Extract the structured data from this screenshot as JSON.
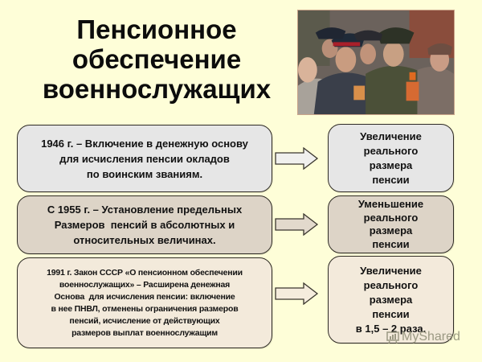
{
  "slide": {
    "title_lines": [
      "Пенсионное",
      "обеспечение",
      "военнослужащих"
    ],
    "background_color": "#fefed8",
    "photo": {
      "description": "Military veterans in uniforms and caps with medals",
      "icon": "photo-veterans"
    }
  },
  "rows": [
    {
      "left": {
        "lines": [
          "1946 г. – Включение в денежную основу",
          "для исчисления пенсии окладов",
          "по воинским званиям."
        ],
        "color": "#e6e6e6"
      },
      "arrow_icon": "right-arrow",
      "right": {
        "lines": [
          "Увеличение",
          "реального",
          "размера",
          "пенсии"
        ],
        "color": "#e6e6e6"
      }
    },
    {
      "left": {
        "lines": [
          "С 1955 г. – Установление предельных",
          "Размеров  пенсий в абсолютных и",
          "относительных величинах."
        ],
        "color": "#ddd4c7"
      },
      "arrow_icon": "right-arrow",
      "right": {
        "lines": [
          "Уменьшение",
          "реального",
          "размера",
          "пенсии"
        ],
        "color": "#ddd4c7"
      }
    },
    {
      "left": {
        "lines": [
          "1991 г. Закон СССР «О пенсионном обеспечении",
          "военнослужащих» – Расширена денежная",
          "Основа  для исчисления пенсии: включение",
          "в нее ПНВЛ, отменены ограничения размеров",
          "пенсий, исчисление от действующих",
          "размеров выплат военнослужащим"
        ],
        "color": "#f3eadb"
      },
      "arrow_icon": "right-arrow",
      "right": {
        "lines": [
          "Увеличение",
          "реального",
          "размера",
          "пенсии",
          "в 1,5 – 2 раза."
        ],
        "color": "#f3eadb"
      }
    }
  ],
  "watermark": {
    "text": "MyShared",
    "icon": "myshared-logo"
  }
}
